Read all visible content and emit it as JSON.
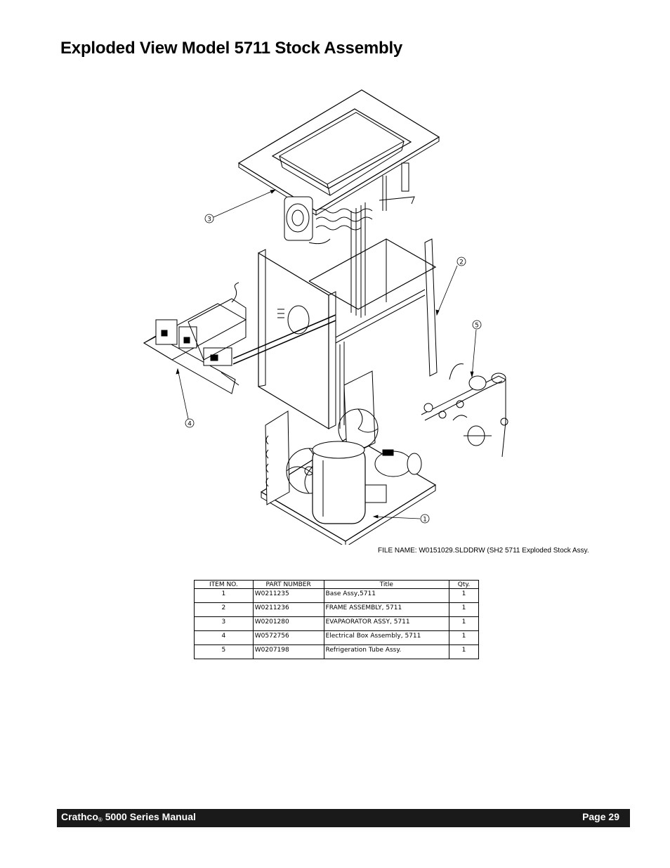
{
  "page": {
    "title": "Exploded View Model 5711 Stock Assembly",
    "file_name": "FILE NAME:  W0151029.SLDDRW (SH2 5711 Exploded Stock Assy."
  },
  "drawing": {
    "callouts": [
      "3",
      "2",
      "5",
      "4",
      "1"
    ]
  },
  "table": {
    "headers": [
      "ITEM NO.",
      "PART NUMBER",
      "Title",
      "Qty."
    ],
    "rows": [
      {
        "item": "1",
        "part": "W0211235",
        "title": "Base Assy,5711",
        "qty": "1"
      },
      {
        "item": "2",
        "part": "W0211236",
        "title": "FRAME ASSEMBLY, 5711",
        "qty": "1"
      },
      {
        "item": "3",
        "part": "W0201280",
        "title": "EVAPAORATOR ASSY, 5711",
        "qty": "1"
      },
      {
        "item": "4",
        "part": "W0572756",
        "title": "Electrical Box Assembly, 5711",
        "qty": "1"
      },
      {
        "item": "5",
        "part": "W0207198",
        "title": "Refrigeration Tube Assy.",
        "qty": "1"
      }
    ]
  },
  "footer": {
    "brand": "Crathco",
    "registered": "®",
    "manual": " 5000 Series Manual",
    "page": "Page 29"
  }
}
